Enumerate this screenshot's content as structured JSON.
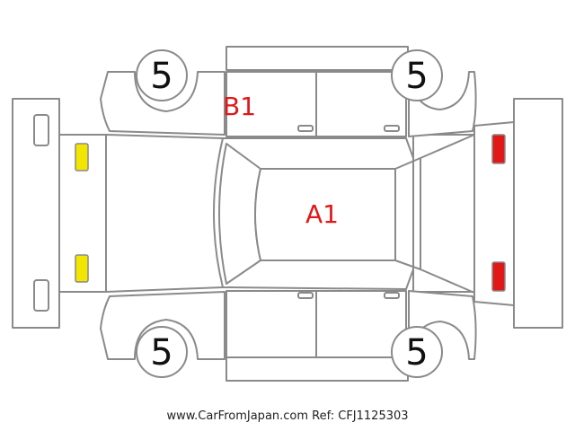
{
  "colors": {
    "damage_mark": "#e01818",
    "front_lamp": "#f2e600",
    "rear_lamp": "#e01818",
    "outline": "#8a8a8a"
  },
  "tire_codes": {
    "front_left": "5",
    "rear_left": "5",
    "front_right": "5",
    "rear_right": "5"
  },
  "damage_marks": {
    "roof": "A1",
    "pillar": "B1"
  },
  "watermark": "www.CarFromJapan.com Ref: CFJ1125303"
}
